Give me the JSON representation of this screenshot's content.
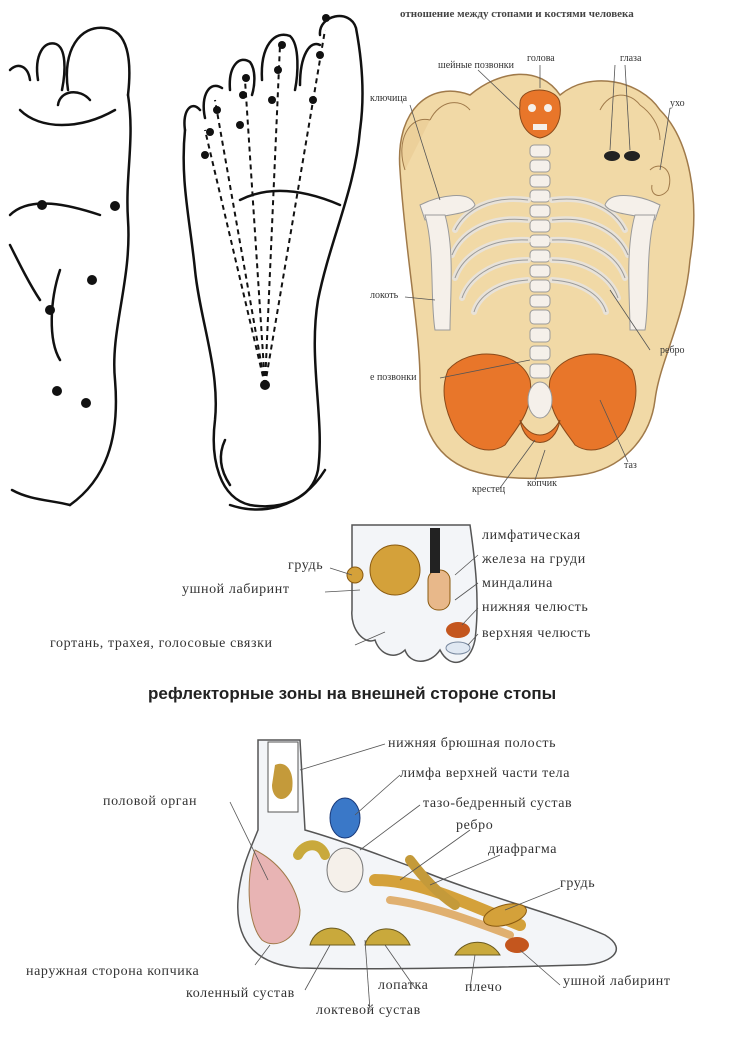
{
  "top_right": {
    "title": "отношение между стопами и костями человека",
    "labels": {
      "neck_vertebrae": "шейные позвонки",
      "head": "голова",
      "eyes": "глаза",
      "ear": "ухо",
      "collarbone": "ключица",
      "elbow": "локоть",
      "rib": "ребро",
      "vertebrae": "е позвонки",
      "pelvis": "таз",
      "sacrum": "крестец",
      "coccyx": "копчик"
    }
  },
  "middle": {
    "labels": {
      "chest": "грудь",
      "lymph": "лимфатическая",
      "lymph2": "железа на груди",
      "tonsil": "миндалина",
      "ear_labyrinth": "ушной лабиринт",
      "lower_jaw": "нижняя челюсть",
      "larynx": "гортань, трахея, голосовые связки",
      "upper_jaw": "верхняя челюсть"
    },
    "title": "рефлекторные зоны на внешней стороне стопы"
  },
  "bottom": {
    "labels": {
      "lower_abdomen": "нижняя брюшная полость",
      "genital": "половой орган",
      "lymph_upper": "лимфа верхней части тела",
      "hip_joint": "тазо-бедренный сустав",
      "rib": "ребро",
      "diaphragm": "диафрагма",
      "chest": "грудь",
      "coccyx_outer": "наружная сторона копчика",
      "knee": "коленный сустав",
      "shoulder_blade": "лопатка",
      "shoulder": "плечо",
      "ear_labyrinth": "ушной лабиринт",
      "elbow_joint": "локтевой сустав"
    }
  },
  "colors": {
    "foot_fill": "#f1d9a6",
    "bone_orange": "#e8762a",
    "bone_light": "#f5f0ea",
    "zone_blue": "#3a78c8",
    "zone_olive": "#c9a93c",
    "zone_pink": "#e8b4b4"
  }
}
